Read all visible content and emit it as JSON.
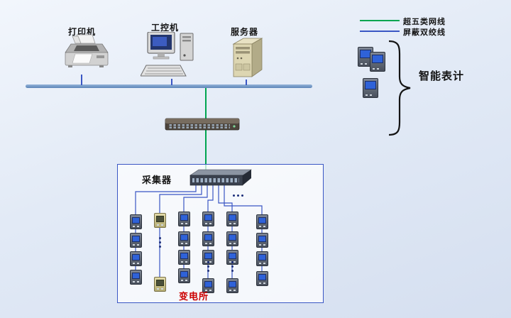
{
  "legend": {
    "items": [
      {
        "label": "超五类网线",
        "color": "#00a550"
      },
      {
        "label": "屏蔽双绞线",
        "color": "#3a56c4"
      }
    ]
  },
  "nodes": {
    "printer": {
      "label": "打印机"
    },
    "industrial_pc": {
      "label": "工控机"
    },
    "server": {
      "label": "服务器"
    },
    "collector": {
      "label": "采集器"
    },
    "smart_meters": {
      "label": "智能表计"
    },
    "substation": {
      "label": "变电所"
    }
  },
  "colors": {
    "cat5e_line": "#00a550",
    "shielded_pair_line": "#3a56c4",
    "bus_line": "#6f96c8",
    "substation_label": "#cc0000"
  }
}
